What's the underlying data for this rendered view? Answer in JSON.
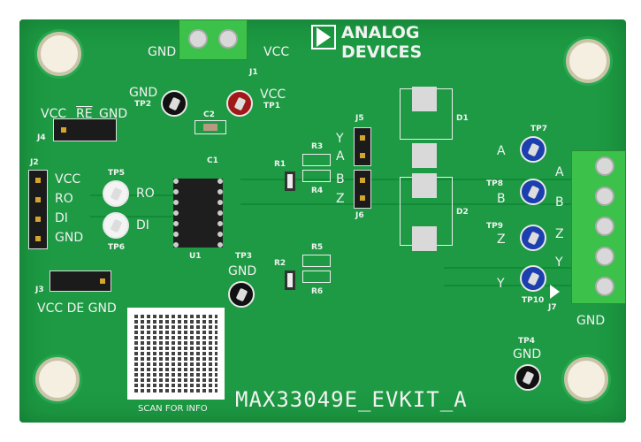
{
  "board": {
    "name": "MAX33049E_EVKIT_A",
    "logo": {
      "line1": "ANALOG",
      "line2": "DEVICES"
    },
    "qr_caption": "SCAN FOR INFO",
    "j1": {
      "ref": "J1",
      "left": "GND",
      "right": "VCC"
    },
    "tp1": {
      "ref": "TP1",
      "label": "VCC"
    },
    "tp2": {
      "ref": "TP2",
      "label": "GND"
    },
    "tp3": {
      "ref": "TP3",
      "label": "GND"
    },
    "tp4": {
      "ref": "TP4",
      "label": "GND"
    },
    "tp5": {
      "ref": "TP5",
      "label": "RO"
    },
    "tp6": {
      "ref": "TP6",
      "label": "DI"
    },
    "tp7": {
      "ref": "TP7",
      "label": "A"
    },
    "tp8": {
      "ref": "TP8",
      "label": "B"
    },
    "tp9": {
      "ref": "TP9",
      "label": "Z"
    },
    "tp10": {
      "ref": "TP10",
      "label": "Y"
    },
    "c1": "C1",
    "c2": "C2",
    "u1": "U1",
    "resistors": [
      "R1",
      "R2",
      "R3",
      "R4",
      "R5",
      "R6"
    ],
    "j4": {
      "ref": "J4",
      "vcc": "VCC",
      "re": "RE",
      "gnd": "GND"
    },
    "j3": {
      "ref": "J3",
      "label": "VCC DE GND"
    },
    "j2": {
      "ref": "J2",
      "pins": [
        "VCC",
        "RO",
        "DI",
        "GND"
      ]
    },
    "j5": {
      "ref": "J5",
      "y": "Y",
      "a": "A"
    },
    "j6": {
      "ref": "J6",
      "b": "B",
      "z": "Z"
    },
    "d1": "D1",
    "d2": "D2",
    "j7": {
      "ref": "J7",
      "pins": [
        "A",
        "B",
        "Z",
        "Y"
      ],
      "gnd": "GND"
    }
  },
  "colors": {
    "pcb": "#1d9a43",
    "terminal": "#3cc14a",
    "tp_blue": "#1c3fb0",
    "tp_red": "#a01818"
  }
}
